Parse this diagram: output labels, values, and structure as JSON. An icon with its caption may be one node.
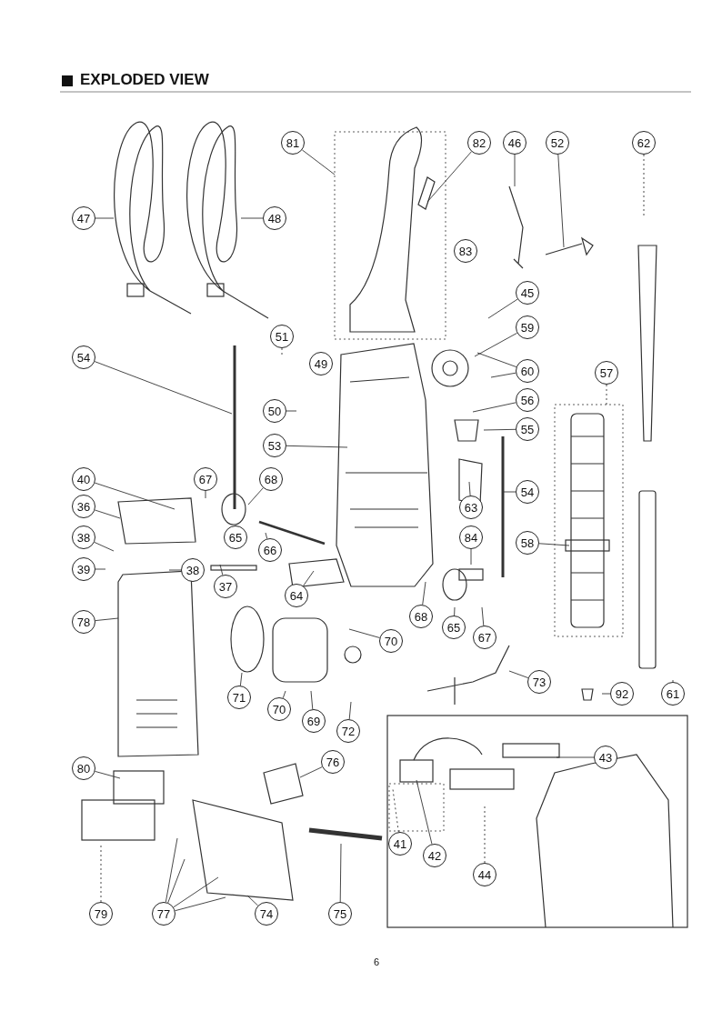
{
  "diagram": {
    "title": "EXPLODED VIEW",
    "nodes": [
      {
        "text": [
          "81"
        ]
      },
      {
        "text": [
          "82"
        ]
      },
      {
        "text": [
          "46"
        ]
      },
      {
        "text": [
          "52"
        ]
      },
      {
        "text": [
          "62"
        ]
      },
      {
        "text": [
          "47"
        ]
      },
      {
        "text": [
          "48"
        ]
      },
      {
        "text": [
          "83"
        ]
      },
      {
        "text": [
          "45"
        ]
      },
      {
        "text": [
          "51"
        ]
      },
      {
        "text": [
          "54"
        ]
      },
      {
        "text": [
          "59"
        ]
      },
      {
        "text": [
          "49"
        ]
      },
      {
        "text": [
          "60"
        ]
      },
      {
        "text": [
          "57"
        ]
      },
      {
        "text": [
          "50"
        ]
      },
      {
        "text": [
          "56"
        ]
      },
      {
        "text": [
          "55"
        ]
      },
      {
        "text": [
          "53"
        ]
      },
      {
        "text": [
          "40"
        ]
      },
      {
        "text": [
          "67"
        ]
      },
      {
        "text": [
          "68"
        ]
      },
      {
        "text": [
          "54"
        ]
      },
      {
        "text": [
          "63"
        ]
      },
      {
        "text": [
          "36"
        ]
      },
      {
        "text": [
          "65"
        ]
      },
      {
        "text": [
          "66"
        ]
      },
      {
        "text": [
          "84"
        ]
      },
      {
        "text": [
          "58"
        ]
      },
      {
        "text": [
          "38"
        ]
      },
      {
        "text": [
          "39"
        ]
      },
      {
        "text": [
          "38"
        ]
      },
      {
        "text": [
          "37"
        ]
      },
      {
        "text": [
          "64"
        ]
      },
      {
        "text": [
          "78"
        ]
      },
      {
        "text": [
          "68"
        ]
      },
      {
        "text": [
          "65"
        ]
      },
      {
        "text": [
          "67"
        ]
      },
      {
        "text": [
          "70"
        ]
      },
      {
        "text": [
          "73"
        ]
      },
      {
        "text": [
          "92"
        ]
      },
      {
        "text": [
          "61"
        ]
      },
      {
        "text": [
          "71"
        ]
      },
      {
        "text": [
          "70"
        ]
      },
      {
        "text": [
          "69"
        ]
      },
      {
        "text": [
          "72"
        ]
      },
      {
        "text": [
          "80"
        ]
      },
      {
        "text": [
          "76"
        ]
      },
      {
        "text": [
          "43"
        ]
      },
      {
        "text": [
          "41"
        ]
      },
      {
        "text": [
          "42"
        ]
      },
      {
        "text": [
          "44"
        ]
      },
      {
        "text": [
          "79"
        ]
      },
      {
        "text": [
          "77"
        ]
      },
      {
        "text": [
          "74"
        ]
      },
      {
        "text": [
          "75"
        ]
      }
    ],
    "edges": [
      {
        "from": 0,
        "to": null,
        "arrow": "none"
      },
      {
        "from": 1,
        "to": null,
        "arrow": "none"
      },
      {
        "from": 2,
        "to": null,
        "arrow": "none"
      },
      {
        "from": 3,
        "to": null,
        "arrow": "none"
      },
      {
        "from": 4,
        "to": null,
        "arrow": "none",
        "style": "dashed"
      },
      {
        "from": 5,
        "to": null,
        "arrow": "none"
      },
      {
        "from": 6,
        "to": null,
        "arrow": "none"
      },
      {
        "from": 8,
        "to": null,
        "arrow": "none"
      },
      {
        "from": 9,
        "to": null,
        "arrow": "none",
        "style": "dashed"
      },
      {
        "from": 10,
        "to": null,
        "arrow": "none"
      },
      {
        "from": 11,
        "to": null,
        "arrow": "none"
      },
      {
        "from": 13,
        "to": null,
        "arrow": "none"
      },
      {
        "from": 13,
        "to": null,
        "arrow": "none"
      },
      {
        "from": 14,
        "to": null,
        "arrow": "none",
        "style": "dashed"
      },
      {
        "from": 15,
        "to": null,
        "arrow": "none"
      },
      {
        "from": 16,
        "to": null,
        "arrow": "none"
      },
      {
        "from": 17,
        "to": null,
        "arrow": "none"
      },
      {
        "from": 18,
        "to": null,
        "arrow": "none"
      },
      {
        "from": 19,
        "to": null,
        "arrow": "none"
      },
      {
        "from": 20,
        "to": null,
        "arrow": "none"
      },
      {
        "from": 21,
        "to": null,
        "arrow": "none"
      },
      {
        "from": 22,
        "to": null,
        "arrow": "none"
      },
      {
        "from": 23,
        "to": null,
        "arrow": "none"
      },
      {
        "from": 24,
        "to": null,
        "arrow": "none"
      },
      {
        "from": 26,
        "to": null,
        "arrow": "none"
      },
      {
        "from": 27,
        "to": null,
        "arrow": "none"
      },
      {
        "from": 28,
        "to": null,
        "arrow": "none"
      },
      {
        "from": 29,
        "to": null,
        "arrow": "none"
      },
      {
        "from": 30,
        "to": null,
        "arrow": "none"
      },
      {
        "from": 31,
        "to": null,
        "arrow": "none"
      },
      {
        "from": 32,
        "to": null,
        "arrow": "none"
      },
      {
        "from": 33,
        "to": null,
        "arrow": "none"
      },
      {
        "from": 34,
        "to": null,
        "arrow": "none"
      },
      {
        "from": 35,
        "to": null,
        "arrow": "none"
      },
      {
        "from": 36,
        "to": null,
        "arrow": "none"
      },
      {
        "from": 37,
        "to": null,
        "arrow": "none"
      },
      {
        "from": 38,
        "to": null,
        "arrow": "none"
      },
      {
        "from": 39,
        "to": null,
        "arrow": "none"
      },
      {
        "from": 40,
        "to": null,
        "arrow": "none"
      },
      {
        "from": 41,
        "to": null,
        "arrow": "none",
        "style": "dashed"
      },
      {
        "from": 42,
        "to": null,
        "arrow": "none"
      },
      {
        "from": 43,
        "to": null,
        "arrow": "none"
      },
      {
        "from": 44,
        "to": null,
        "arrow": "none"
      },
      {
        "from": 45,
        "to": null,
        "arrow": "none"
      },
      {
        "from": 46,
        "to": null,
        "arrow": "none"
      },
      {
        "from": 47,
        "to": null,
        "arrow": "none"
      },
      {
        "from": 48,
        "to": null,
        "arrow": "none"
      },
      {
        "from": 49,
        "to": null,
        "arrow": "none",
        "style": "dashed"
      },
      {
        "from": 50,
        "to": null,
        "arrow": "none"
      },
      {
        "from": 51,
        "to": null,
        "arrow": "none",
        "style": "dashed"
      },
      {
        "from": 52,
        "to": null,
        "arrow": "none",
        "style": "dashed"
      },
      {
        "from": 53,
        "to": null,
        "arrow": "none"
      },
      {
        "from": 53,
        "to": null,
        "arrow": "none"
      },
      {
        "from": 53,
        "to": null,
        "arrow": "none"
      },
      {
        "from": 53,
        "to": null,
        "arrow": "none"
      },
      {
        "from": 54,
        "to": null,
        "arrow": "none"
      },
      {
        "from": 55,
        "to": null,
        "arrow": "none"
      }
    ],
    "labels": [
      "6"
    ]
  }
}
